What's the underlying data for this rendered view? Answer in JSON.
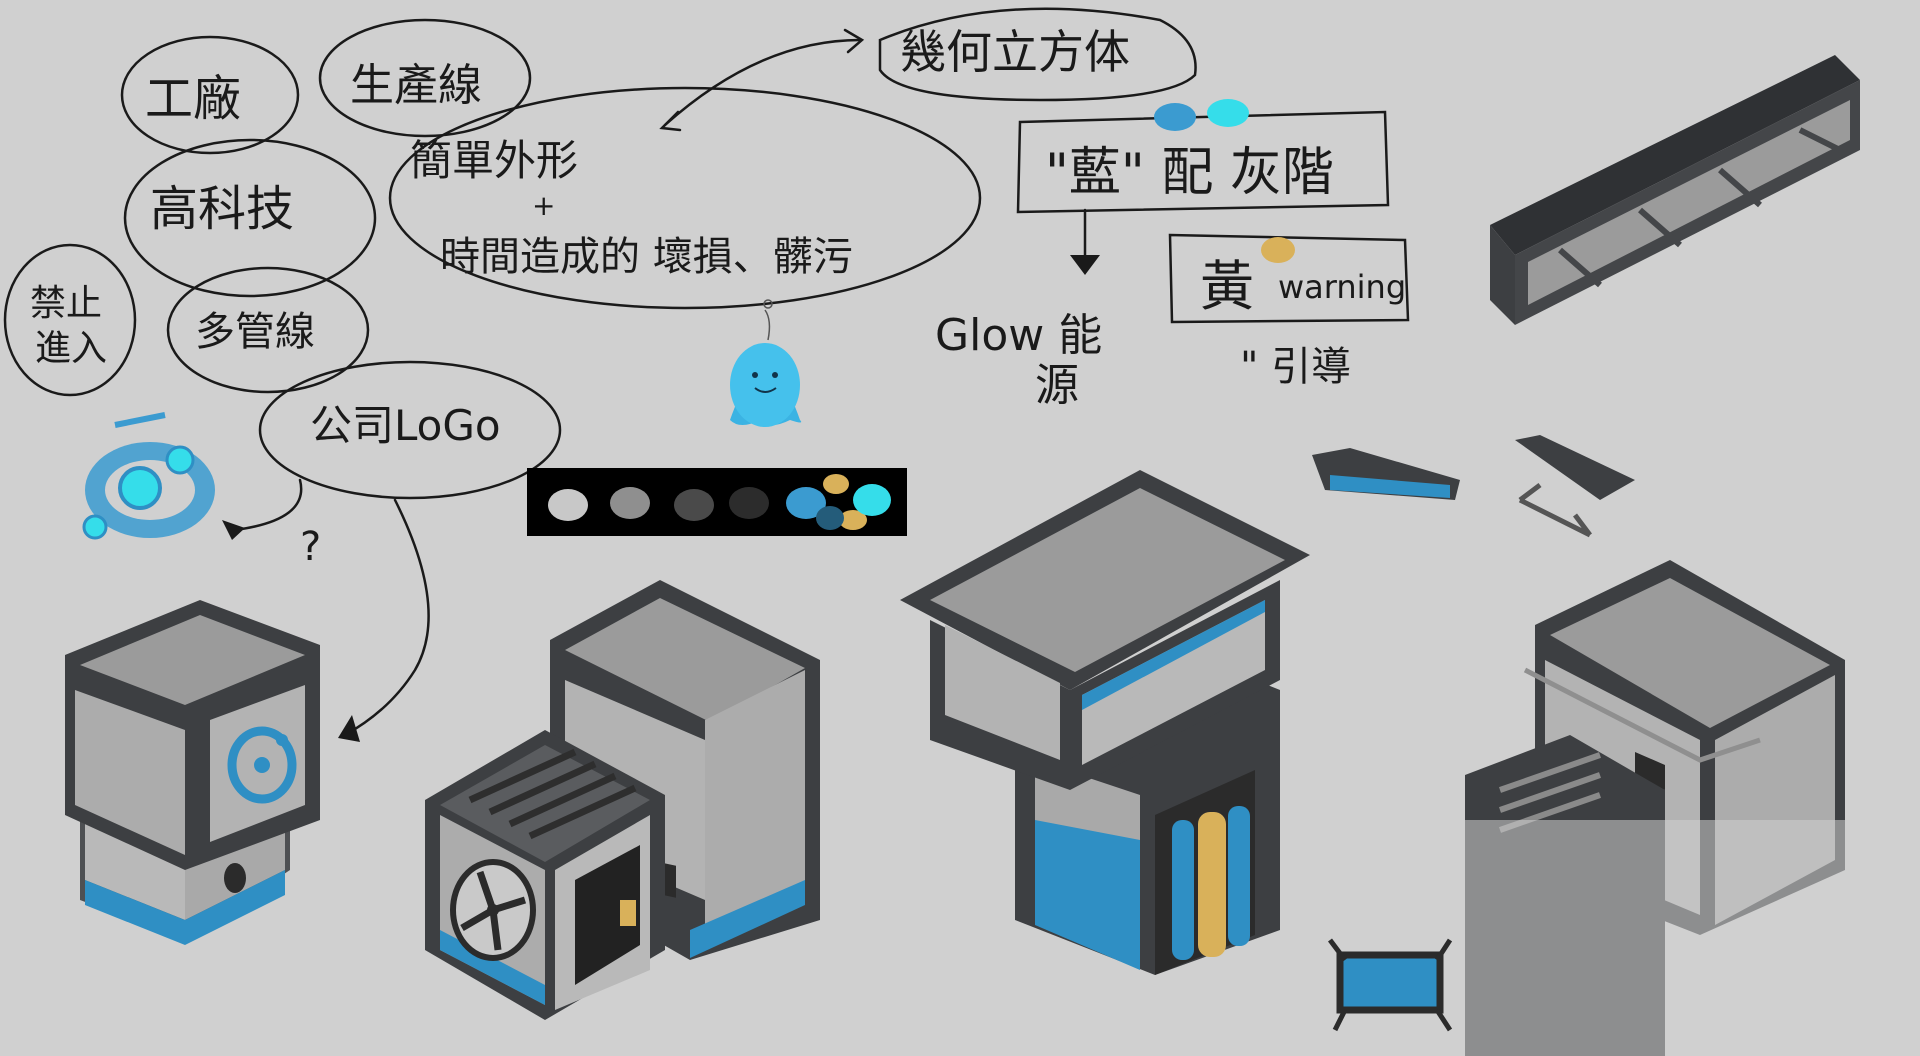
{
  "notes": {
    "factory": "工廠",
    "production_line": "生產線",
    "high_tech": "高科技",
    "no_entry": "禁止進入",
    "multi_pipes": "多管線",
    "company_logo": "公司LoGo",
    "simple_shape_1": "簡單外形",
    "plus": "+",
    "time_wear": "時間造成的 壞損、髒污",
    "geometric_solid": "幾何立方体",
    "blue_gray": "\"藍\" 配 灰階",
    "glow_energy_1": "Glow 能",
    "glow_energy_2": "源",
    "yellow": "黃",
    "warning": "warning",
    "guide": "\" 引導",
    "question": "?"
  },
  "colors": {
    "background": "#d0d0d0",
    "ink": "#1a1a1a",
    "frame_dark": "#3d3f42",
    "panel_gray": "#a9a9a9",
    "roof_gray": "#9b9b9b",
    "accent_blue": "#2f8fc4",
    "glow_cyan": "#3fd3e6",
    "warning_yellow": "#d9b15a"
  },
  "palette_swatches": [
    "#c8c8c8",
    "#8f8f8f",
    "#4a4a4a",
    "#2c2c2c",
    "#3b9bd0",
    "#d9b15a",
    "#35ddea"
  ],
  "icons": [
    "logo-sketch-icon",
    "glow-mascot-icon",
    "fan-icon"
  ]
}
